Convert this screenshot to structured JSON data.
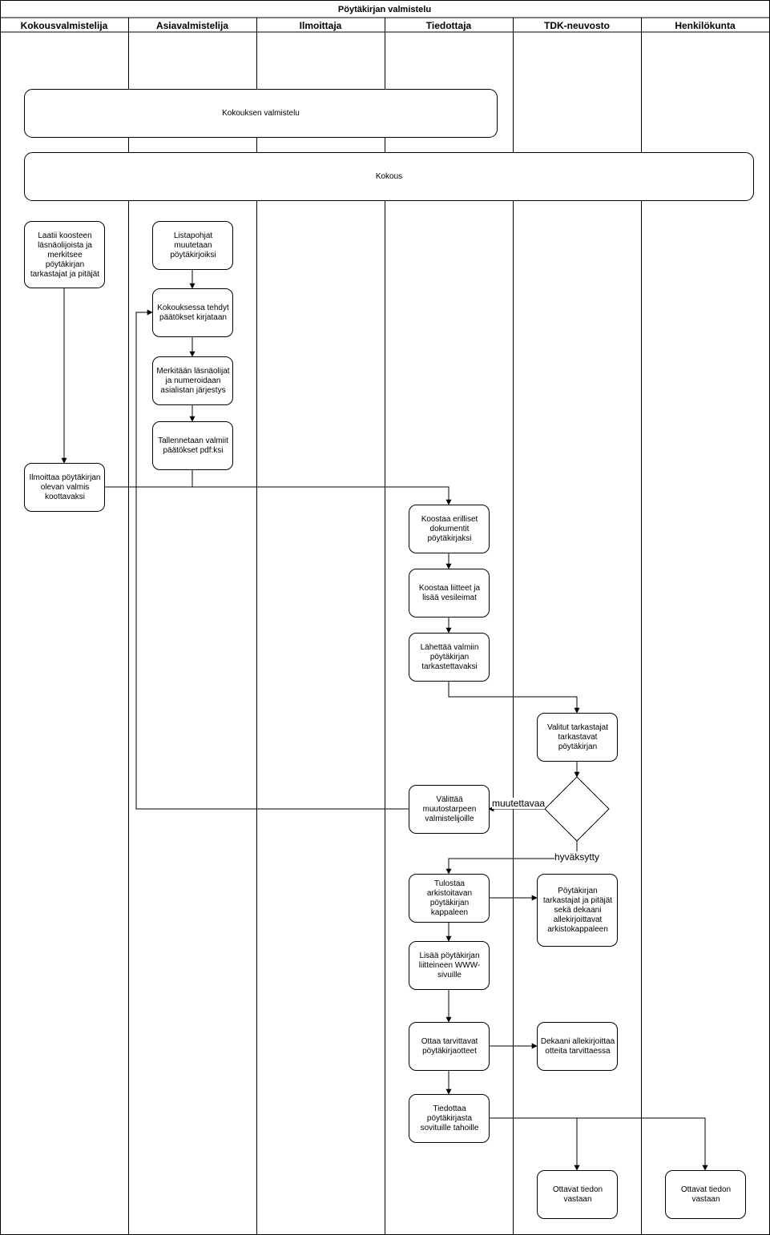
{
  "title": "Pöytäkirjan valmistelu",
  "lanes": [
    "Kokousvalmistelija",
    "Asiavalmistelija",
    "Ilmoittaja",
    "Tiedottaja",
    "TDK-neuvosto",
    "Henkilökunta"
  ],
  "nodes": {
    "prep": "Kokouksen valmistelu",
    "meeting": "Kokous",
    "compile_attendance": "Laatii koosteen läsnäolijoista ja merkitsee pöytäkirjan tarkastajat ja pitäjät",
    "templates": "Listapohjat muutetaan pöytäkirjoiksi",
    "record_decisions": "Kokouksessa tehdyt päätökset kirjataan",
    "mark_attendees": "Merkitään läsnäolijat ja numeroidaan asialistan järjestys",
    "save_pdf": "Tallennetaan valmiit päätökset pdf:ksi",
    "notify_ready": "Ilmoittaa pöytäkirjan olevan valmis koottavaksi",
    "assemble": "Koostaa erilliset dokumentit pöytäkirjaksi",
    "attachments": "Koostaa liitteet ja lisää vesileimat",
    "send_review": "Lähettää valmiin pöytäkirjan tarkastettavaksi",
    "reviewers_check": "Valitut tarkastajat tarkastavat pöytäkirjan",
    "forward_changes": "Välittää muutostarpeen valmistelijoille",
    "print_archive": "Tulostaa arkistoitavan pöytäkirjan kappaleen",
    "sign_archive": "Pöytäkirjan tarkastajat ja pitäjät sekä dekaani allekirjoittavat arkistokappaleen",
    "add_web": "Lisää pöytäkirjan liitteineen WWW-sivuille",
    "take_extracts": "Ottaa tarvittavat pöytäkirjaotteet",
    "dean_signs": "Dekaani allekirjoittaa otteita tarvittaessa",
    "inform": "Tiedottaa pöytäkirjasta sovituille tahoille",
    "receive_tdk": "Ottavat tiedon vastaan",
    "receive_staff": "Ottavat tiedon vastaan"
  },
  "edge_labels": {
    "changes": "muutettavaa",
    "approved": "hyväksytty"
  }
}
